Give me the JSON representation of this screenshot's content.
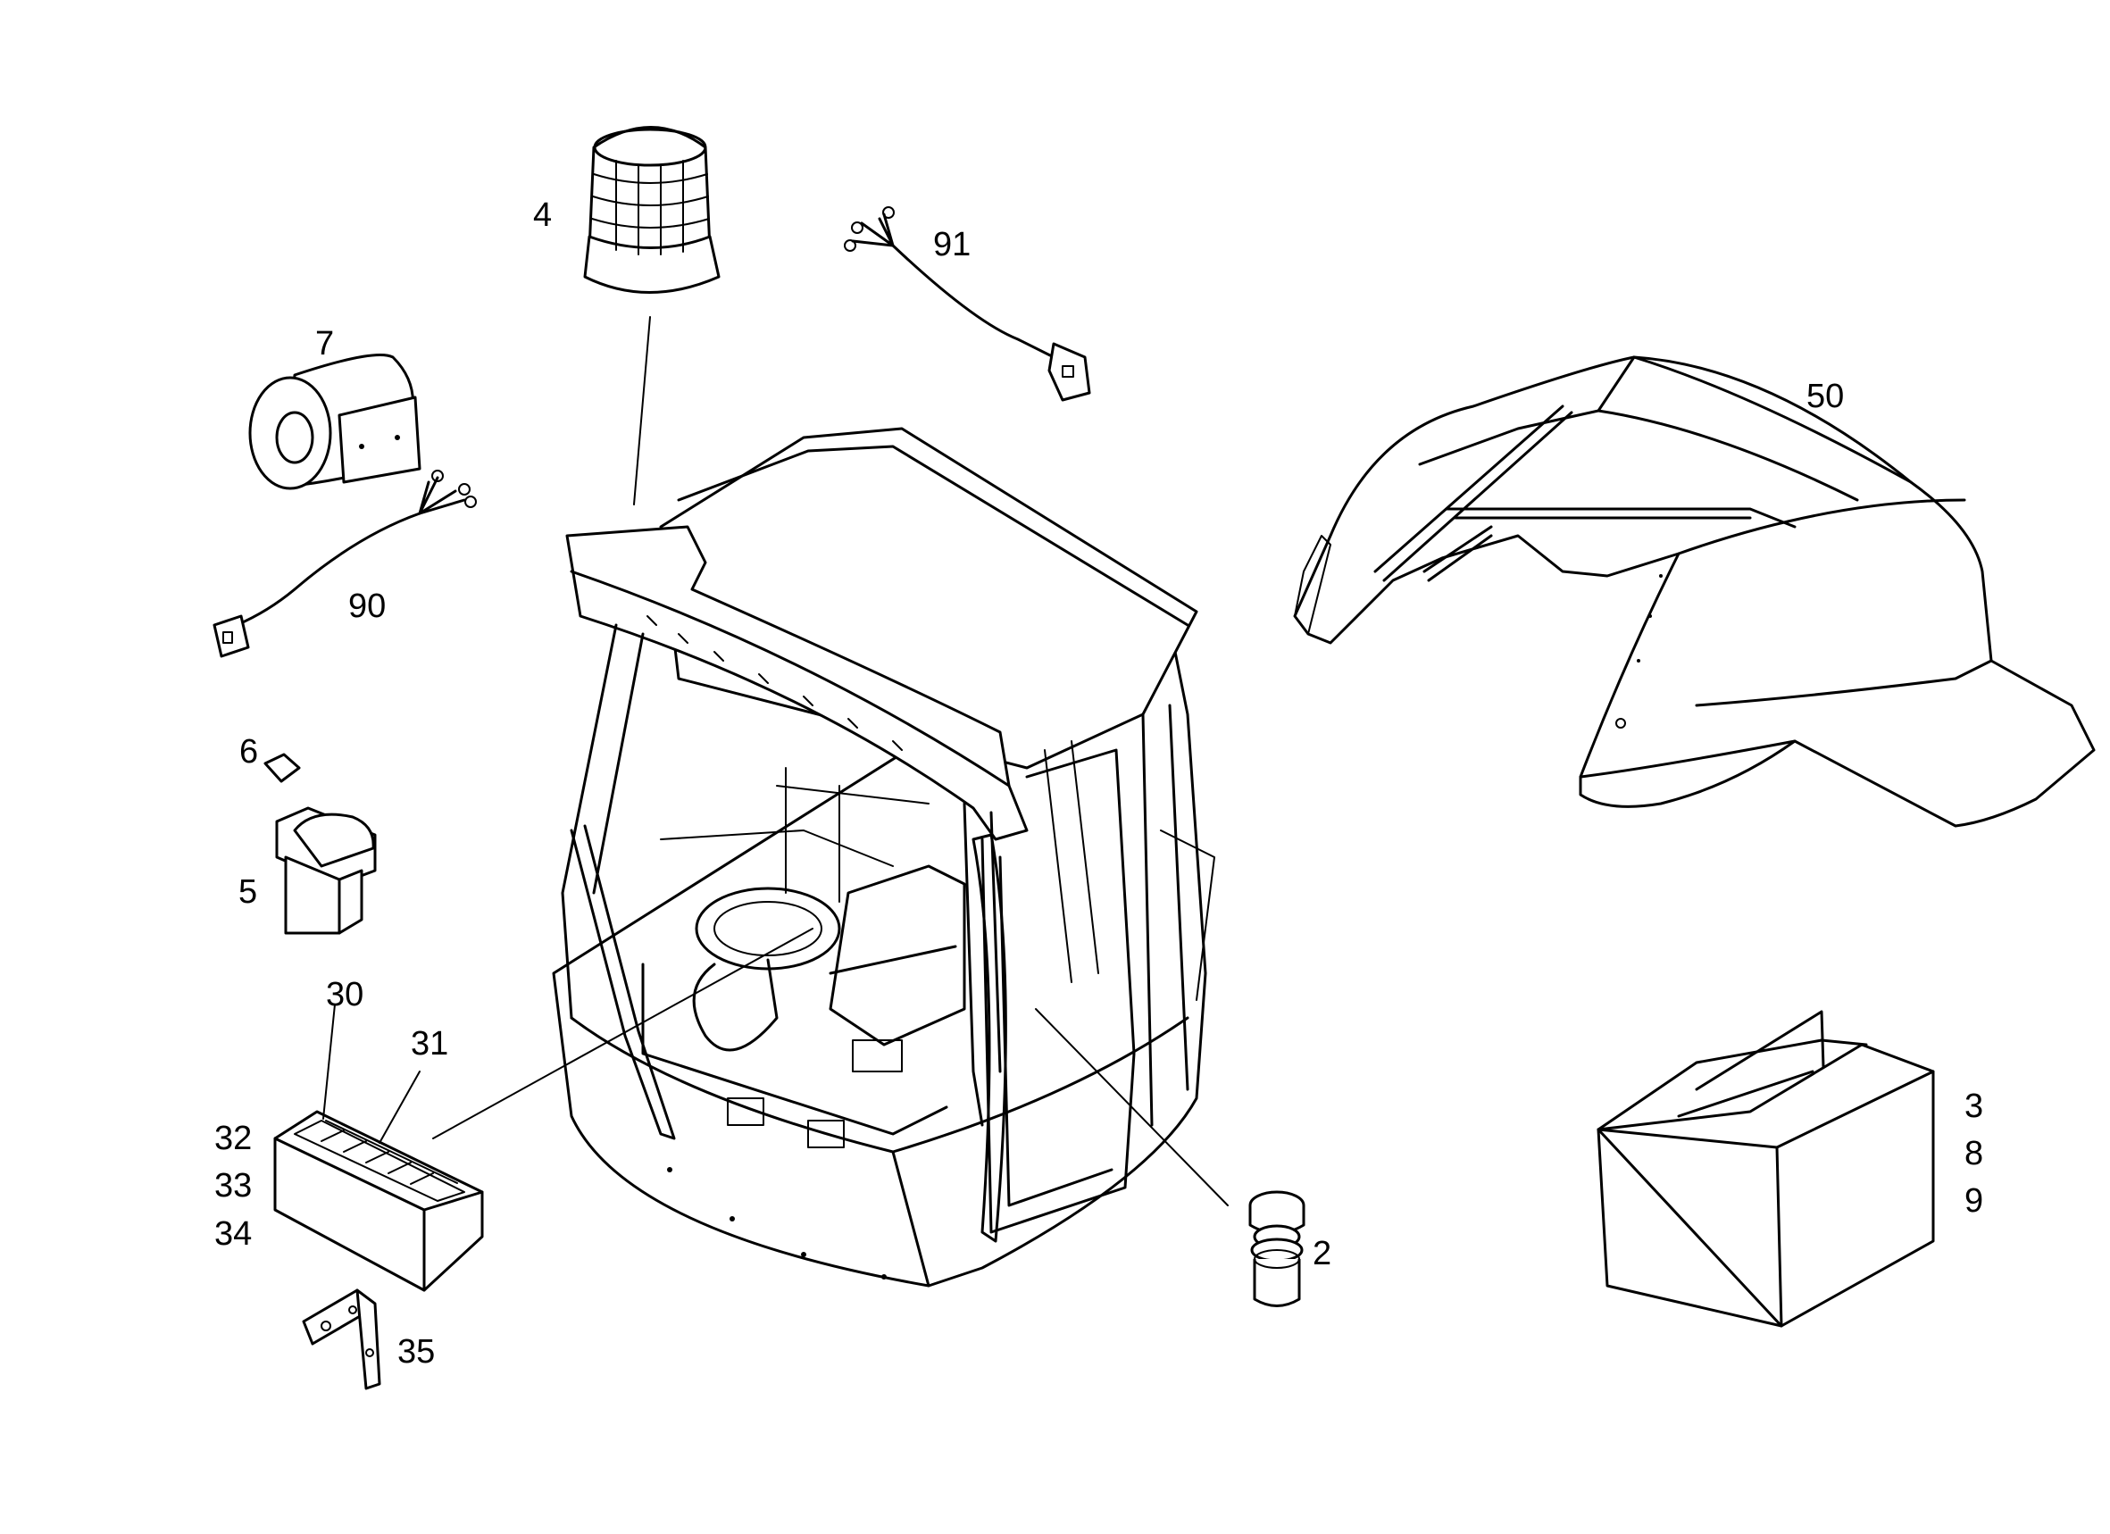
{
  "parts": [
    {
      "id": "cab",
      "name": "cab"
    },
    {
      "id": "beacon",
      "label": "4"
    },
    {
      "id": "harness-91",
      "label": "91"
    },
    {
      "id": "horn",
      "label": "7"
    },
    {
      "id": "harness-90",
      "label": "90"
    },
    {
      "id": "switch-cap",
      "label": "6"
    },
    {
      "id": "rocker-switch",
      "label": "5"
    },
    {
      "id": "fuse-box",
      "labels": [
        "30",
        "31",
        "32",
        "33",
        "34"
      ]
    },
    {
      "id": "bracket",
      "label": "35"
    },
    {
      "id": "socket",
      "label": "2"
    },
    {
      "id": "hood",
      "label": "50"
    },
    {
      "id": "kit-box",
      "labels": [
        "3",
        "8",
        "9"
      ]
    }
  ],
  "labels": {
    "l4": "4",
    "l91": "91",
    "l7": "7",
    "l90": "90",
    "l6": "6",
    "l5": "5",
    "l30": "30",
    "l31": "31",
    "l32": "32",
    "l33": "33",
    "l34": "34",
    "l35": "35",
    "l2": "2",
    "l50": "50",
    "l3": "3",
    "l8": "8",
    "l9": "9"
  }
}
